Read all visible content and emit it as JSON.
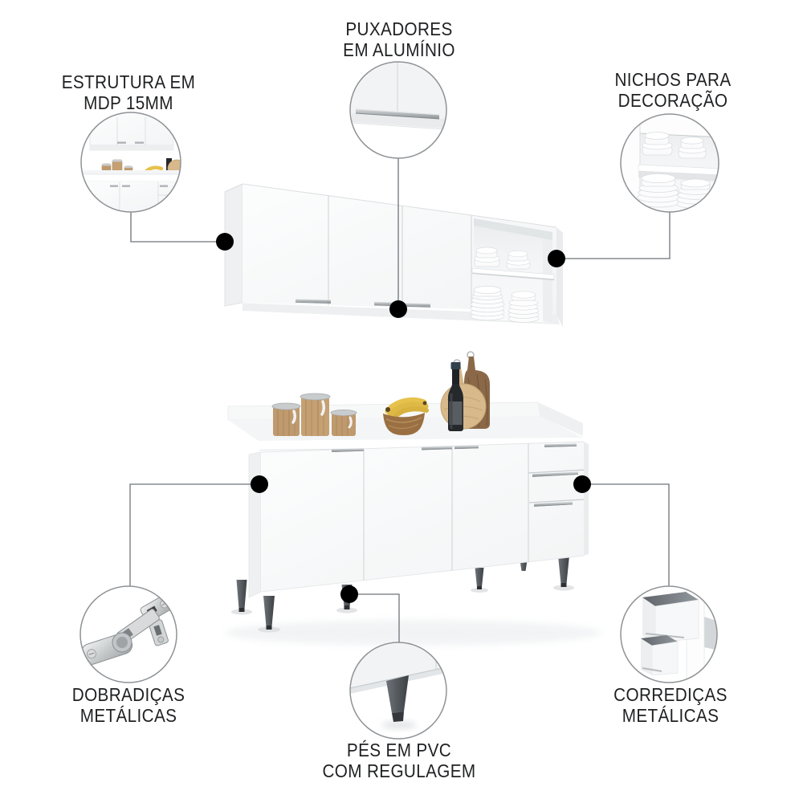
{
  "title": "kitchen-cabinet-features-infographic",
  "colors": {
    "background": "#ffffff",
    "text": "#1f2022",
    "connector_line": "#6f7478",
    "callout_dot": "#000000",
    "callout_circle_stroke": "#8f9396",
    "cabinet_white": "#f9fafb",
    "handle_gray": "#aab0b3",
    "leg_gray": "#4a4e52",
    "wood_tan": "#bf9a6e",
    "banana_yellow": "#e6c24d",
    "bottle_dark": "#26292c"
  },
  "callouts": [
    {
      "id": "estrutura",
      "label": "ESTRUTURA EM\nMDP 15MM"
    },
    {
      "id": "puxadores",
      "label": "PUXADORES\nEM ALUMÍNIO"
    },
    {
      "id": "nichos",
      "label": "NICHOS PARA\nDECORAÇÃO"
    },
    {
      "id": "dobradicas",
      "label": "DOBRADIÇAS\nMETÁLICAS"
    },
    {
      "id": "pes",
      "label": "PÉS EM PVC\nCOM REGULAGEM"
    },
    {
      "id": "corredicas",
      "label": "CORREDIÇAS\nMETÁLICAS"
    }
  ]
}
